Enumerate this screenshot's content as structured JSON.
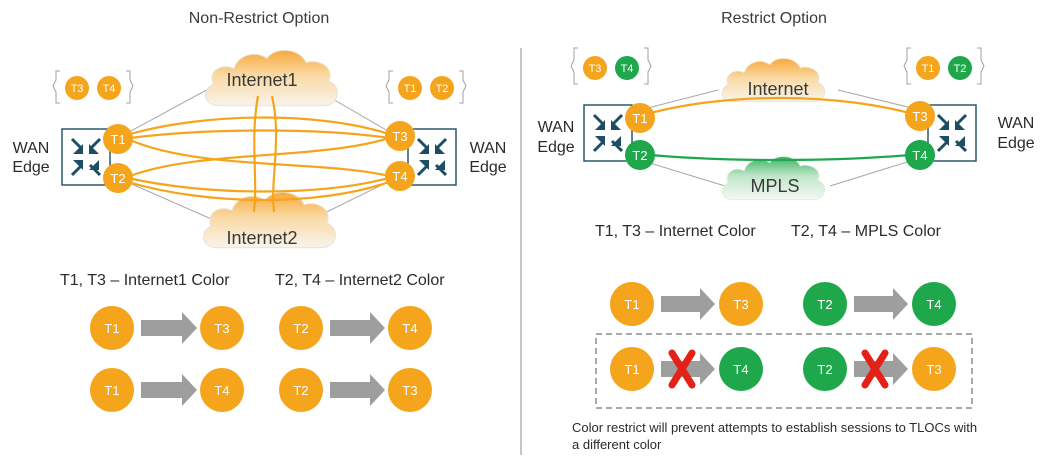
{
  "left": {
    "title": "Non-Restrict Option",
    "cloud_top": "Internet1",
    "cloud_bottom": "Internet2",
    "wan_left": [
      "WAN",
      "Edge"
    ],
    "wan_right": [
      "WAN",
      "Edge"
    ],
    "group_left": [
      "T3",
      "T4"
    ],
    "group_right": [
      "T1",
      "T2"
    ],
    "tlocs": {
      "a": "T1",
      "b": "T2",
      "c": "T3",
      "d": "T4"
    },
    "caption1": "T1, T3 – Internet1 Color",
    "caption2": "T2, T4 – Internet2 Color",
    "sessions": [
      {
        "from": "T1",
        "to": "T3"
      },
      {
        "from": "T2",
        "to": "T4"
      },
      {
        "from": "T1",
        "to": "T4"
      },
      {
        "from": "T2",
        "to": "T3"
      }
    ]
  },
  "right": {
    "title": "Restrict Option",
    "cloud_top": "Internet",
    "cloud_bottom": "MPLS",
    "wan_left": [
      "WAN",
      "Edge"
    ],
    "wan_right": [
      "WAN",
      "Edge"
    ],
    "group_left": [
      "T3",
      "T4"
    ],
    "group_right": [
      "T1",
      "T2"
    ],
    "tlocs": {
      "a": "T1",
      "b": "T2",
      "c": "T3",
      "d": "T4"
    },
    "caption1": "T1, T3 – Internet Color",
    "caption2": "T2, T4 – MPLS Color",
    "allowed": [
      {
        "from": "T1",
        "to": "T3"
      },
      {
        "from": "T2",
        "to": "T4"
      }
    ],
    "blocked": [
      {
        "from": "T1",
        "to": "T4"
      },
      {
        "from": "T2",
        "to": "T3"
      }
    ],
    "note_line1": "Color restrict will prevent attempts to establish sessions to TLOCs with",
    "note_line2": "a different color"
  },
  "colors": {
    "orange": "#F4A51C",
    "green": "#1EA84B",
    "arrow": "#9E9E9E",
    "cross": "#E32119",
    "router": "#1C4E66",
    "cloud_fill": "#F4F0E8",
    "divider": "#8C8C8C"
  }
}
